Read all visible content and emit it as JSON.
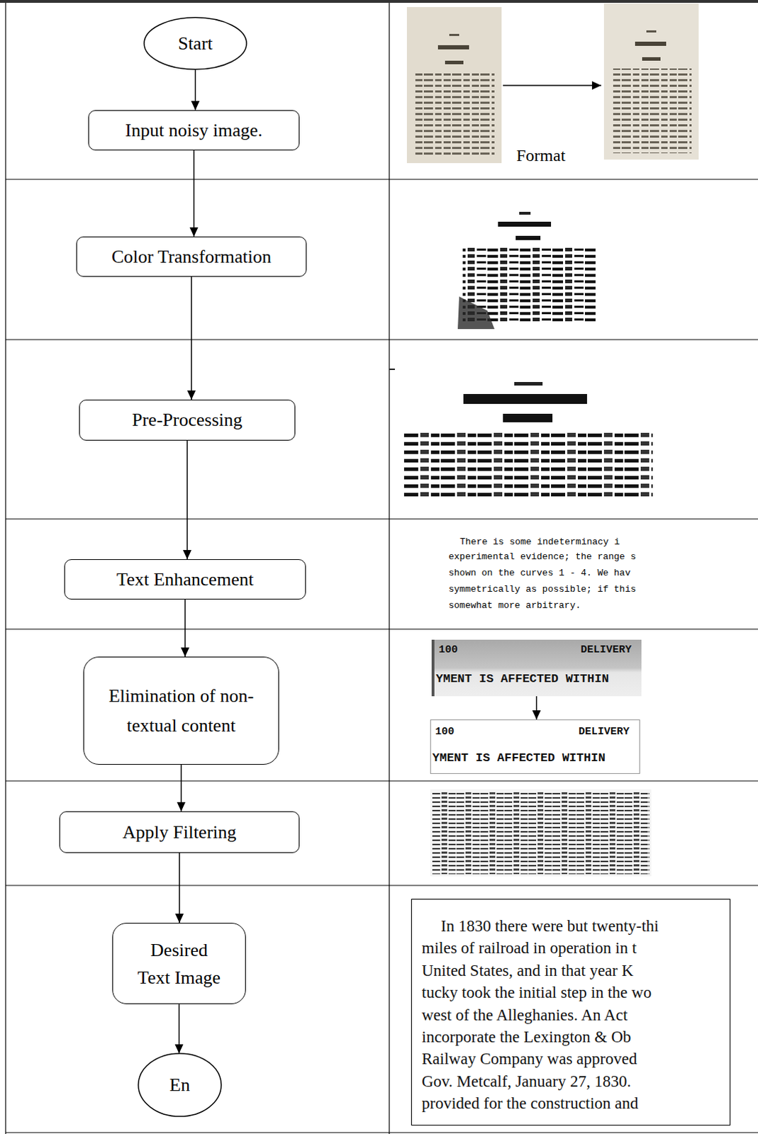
{
  "diagram": {
    "nodes": [
      {
        "text": [
          "Start"
        ]
      },
      {
        "text": [
          "Input noisy image."
        ]
      },
      {
        "text": [
          "Color Transformation"
        ]
      },
      {
        "text": [
          "Pre-Processing"
        ]
      },
      {
        "text": [
          "Text Enhancement"
        ]
      },
      {
        "text": [
          "Elimination of non-textual content"
        ]
      },
      {
        "text": [
          "100",
          "DELIVERY",
          "YMENT IS AFFECTED WITHIN"
        ]
      },
      {
        "text": [
          "100",
          "DELIVERY",
          "YMENT IS AFFECTED WITHIN"
        ]
      },
      {
        "text": [
          "Apply Filtering"
        ]
      },
      {
        "text": [
          "Desired Text Image"
        ]
      },
      {
        "text": [
          "En"
        ]
      },
      {
        "text": [
          "In 1830 there were but twenty-thi",
          "miles of railroad in operation in t",
          "United States, and in that year K",
          "tucky took the initial step in the wo",
          "west of the Alleghanies. An Act",
          "incorporate the Lexington & Ob",
          "Railway Company was approved",
          "Gov. Metcalf, January 27, 1830.",
          "provided for the construction and"
        ]
      }
    ],
    "edges": [
      {
        "from": 0,
        "to": 1,
        "arrow": "to"
      },
      {
        "from": 1,
        "to": 2,
        "arrow": "to"
      },
      {
        "from": 2,
        "to": 3,
        "arrow": "to"
      },
      {
        "from": 3,
        "to": 4,
        "arrow": "to"
      },
      {
        "from": 4,
        "to": 5,
        "arrow": "to"
      },
      {
        "from": 6,
        "to": 7,
        "arrow": "to"
      },
      {
        "from": 5,
        "to": 8,
        "arrow": "to"
      },
      {
        "from": 8,
        "to": 9,
        "arrow": "to"
      },
      {
        "from": 9,
        "to": 10,
        "arrow": "to"
      }
    ],
    "labels": [
      "Format",
      "There is some indeterminacy i",
      "experimental evidence; the range s",
      "shown on the curves 1 - 4. We hav",
      "symmetrically as possible; if this",
      "somewhat more arbitrary."
    ]
  }
}
